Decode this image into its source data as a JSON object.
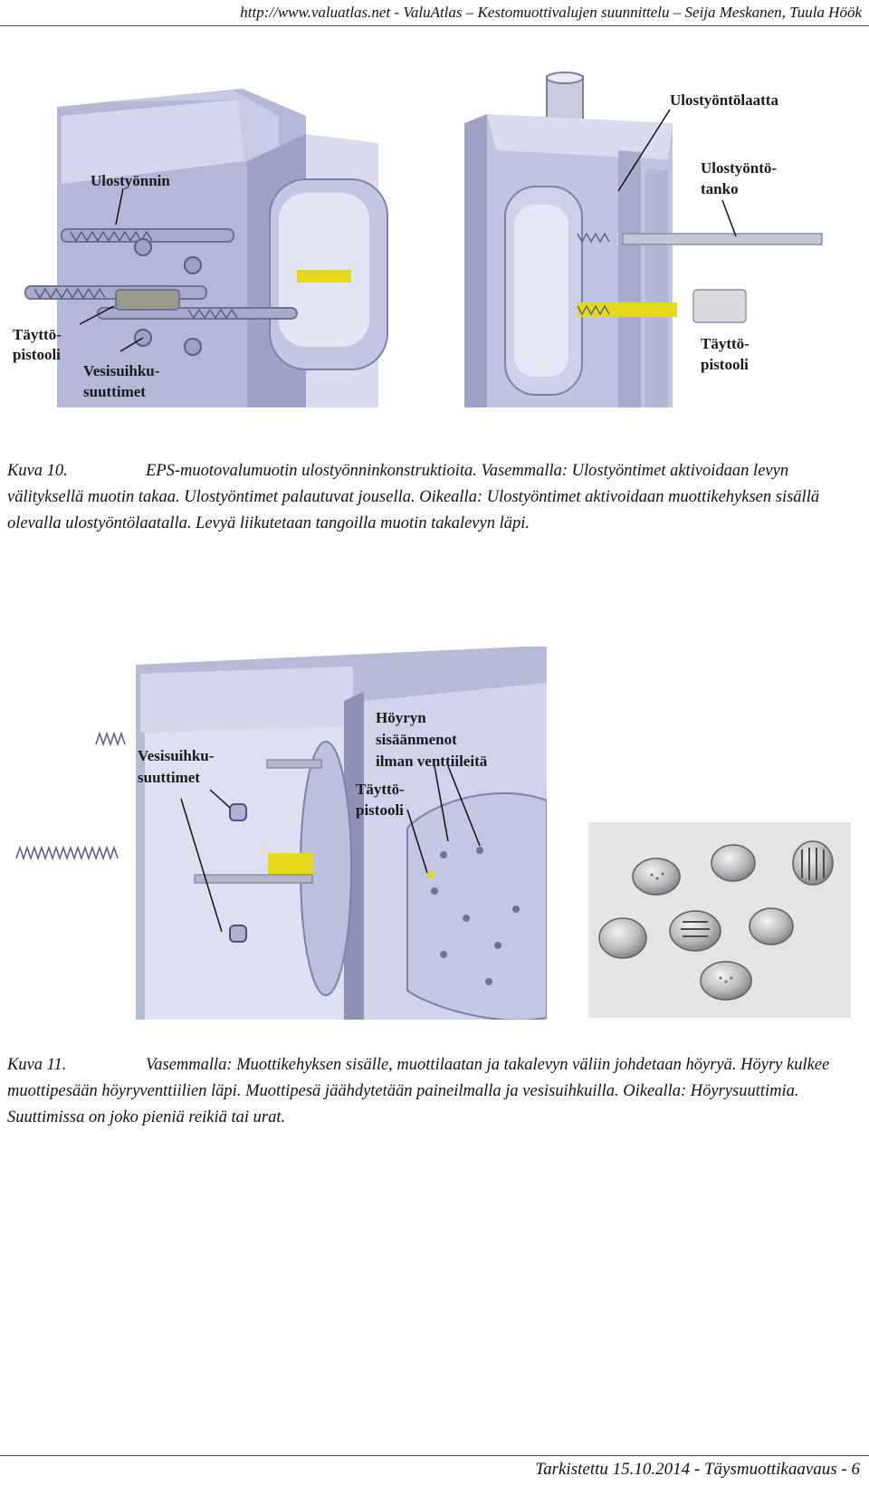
{
  "header": {
    "text": "http://www.valuatlas.net - ValuAtlas – Kestomuottivalujen suunnittelu – Seija Meskanen, Tuula Höök"
  },
  "figure10": {
    "left_labels": {
      "ulostyonnin": "Ulostyönnin",
      "tayttopistooli_1": "Täyttö-",
      "tayttopistooli_2": "pistooli",
      "vesisuihku_1": "Vesisuihku-",
      "vesisuihku_2": "suuttimet"
    },
    "right_labels": {
      "ulostyontolaatta": "Ulostyöntölaatta",
      "ulostyontotanko_1": "Ulostyöntö-",
      "ulostyontotanko_2": "tanko",
      "tayttopistooli_1": "Täyttö-",
      "tayttopistooli_2": "pistooli"
    },
    "caption": {
      "number": "Kuva 10.",
      "text": "EPS-muotovalumuotin ulostyönninkonstruktioita. Vasemmalla: Ulostyöntimet aktivoidaan levyn välityksellä muotin takaa. Ulostyöntimet palautuvat jousella. Oikealla: Ulostyöntimet aktivoidaan muottikehyksen sisällä olevalla ulostyöntölaatalla. Levyä liikutetaan tangoilla muotin takalevyn läpi."
    }
  },
  "figure11": {
    "labels": {
      "vesisuihku_1": "Vesisuihku-",
      "vesisuihku_2": "suuttimet",
      "hoyryn_1": "Höyryn",
      "hoyryn_2": "sisäänmenot",
      "hoyryn_3": "ilman venttiileitä",
      "tayttopistooli_1": "Täyttö-",
      "tayttopistooli_2": "pistooli"
    },
    "caption": {
      "number": "Kuva 11.",
      "text": "Vasemmalla: Muottikehyksen sisälle, muottilaatan ja takalevyn väliin johdetaan höyryä. Höyry kulkee muottipesään höyryventtiilien läpi. Muottipesä jäähdytetään paineilmalla ja vesisuihkuilla. Oikealla: Höyrysuuttimia. Suuttimissa on joko pieniä reikiä tai urat."
    }
  },
  "footer": {
    "text": "Tarkistettu 15.10.2014 - Täysmuottikaavaus - 6"
  },
  "colors": {
    "plate": "#b9bdd8",
    "plate_dark": "#8f94b8",
    "plate_light": "#dfe2f2",
    "yellow_rod": "#e6d81c",
    "photo_bg": "#e6e6e6"
  }
}
